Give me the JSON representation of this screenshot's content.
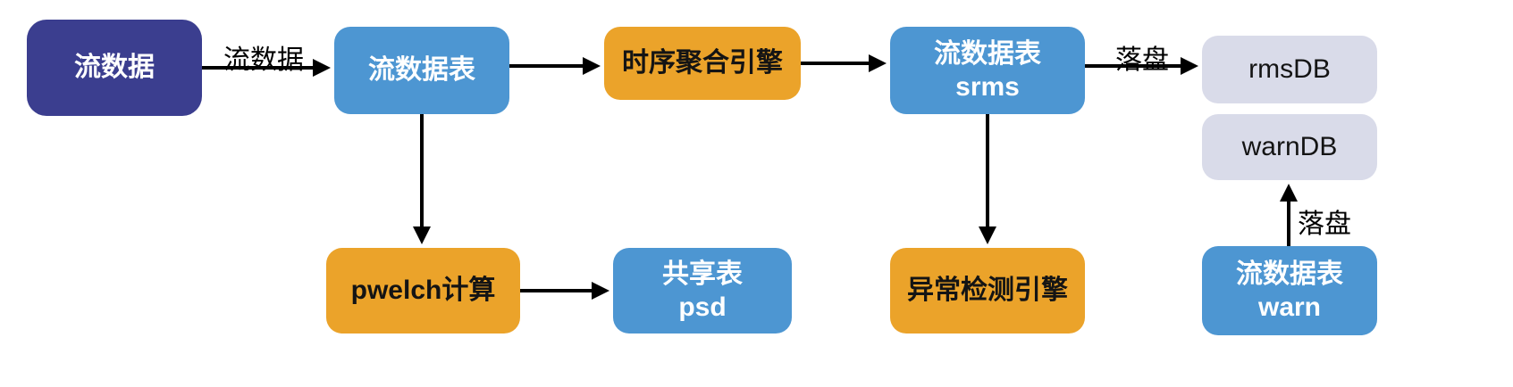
{
  "diagram": {
    "type": "flowchart",
    "background": "#ffffff",
    "colors": {
      "navy": "#3B3E8F",
      "blue": "#4D96D2",
      "orange": "#EBA32A",
      "lavender": "#D9DBE9",
      "arrow": "#000000",
      "text_on_dark": "#FFFFFF",
      "text_on_light": "#141414"
    },
    "nodes": {
      "stream_data": {
        "label": "流数据",
        "color": "#3B3E8F"
      },
      "stream_table": {
        "label": "流数据表",
        "color": "#4D96D2"
      },
      "ts_agg_engine": {
        "label": "时序聚合引擎",
        "color": "#EBA32A"
      },
      "stream_table_srms": {
        "label": "流数据表",
        "sublabel": "srms",
        "color": "#4D96D2"
      },
      "rms_db": {
        "label": "rmsDB",
        "color": "#D9DBE9"
      },
      "warn_db": {
        "label": "warnDB",
        "color": "#D9DBE9"
      },
      "pwelch": {
        "label": "pwelch计算",
        "color": "#EBA32A"
      },
      "shared_table_psd": {
        "label": "共享表",
        "sublabel": "psd",
        "color": "#4D96D2"
      },
      "anomaly_engine": {
        "label": "异常检测引擎",
        "color": "#EBA32A"
      },
      "stream_table_warn": {
        "label": "流数据表",
        "sublabel": "warn",
        "color": "#4D96D2"
      }
    },
    "edges": [
      {
        "from": "stream_data",
        "to": "stream_table",
        "label": "流数据"
      },
      {
        "from": "stream_table",
        "to": "ts_agg_engine",
        "label": ""
      },
      {
        "from": "ts_agg_engine",
        "to": "stream_table_srms",
        "label": ""
      },
      {
        "from": "stream_table_srms",
        "to": "rms_db",
        "label": "落盘"
      },
      {
        "from": "stream_table",
        "to": "pwelch",
        "label": ""
      },
      {
        "from": "pwelch",
        "to": "shared_table_psd",
        "label": ""
      },
      {
        "from": "stream_table_srms",
        "to": "anomaly_engine",
        "label": ""
      },
      {
        "from": "stream_table_warn",
        "to": "warn_db",
        "label": "落盘"
      }
    ]
  }
}
